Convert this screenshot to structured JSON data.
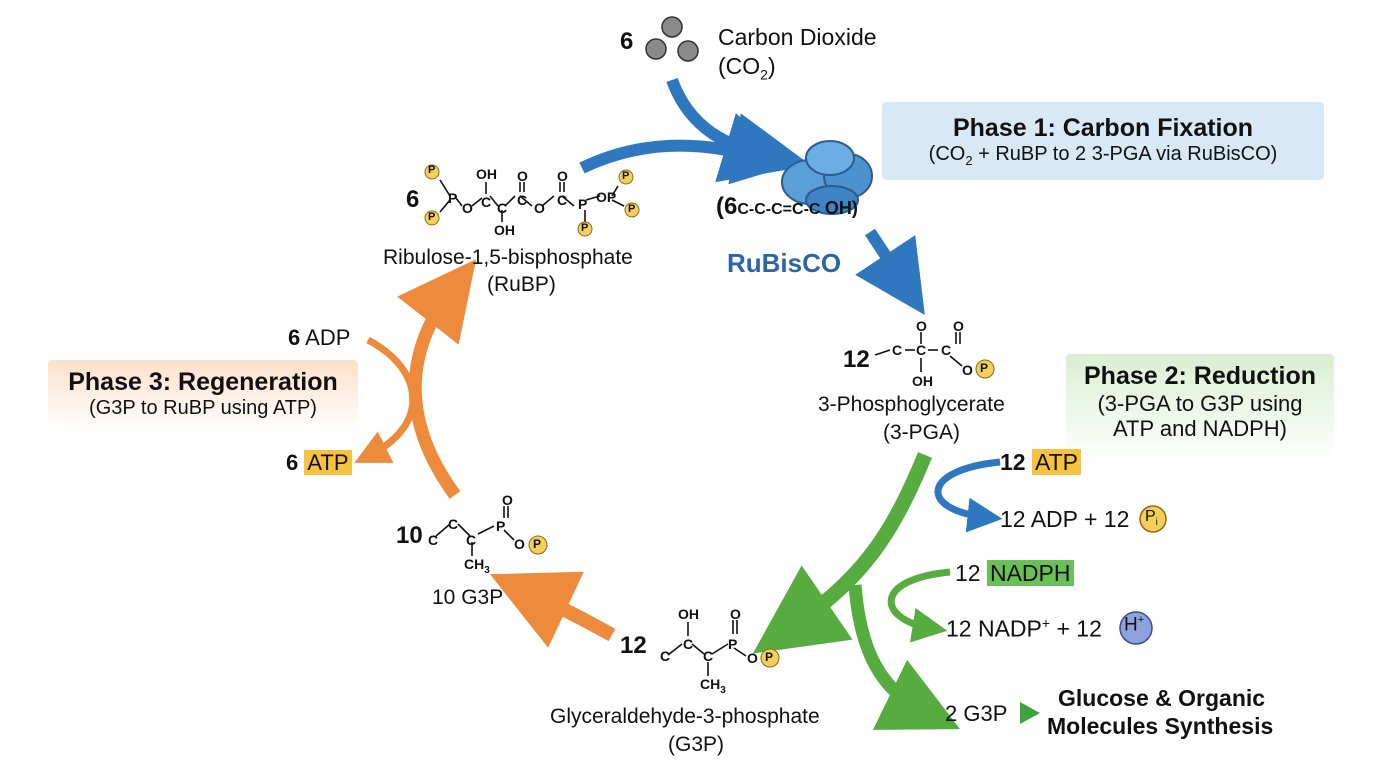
{
  "co2": {
    "count": "6",
    "name": "Carbon Dioxide",
    "formula": "(CO",
    "formula_sub": "2",
    "formula_end": ")"
  },
  "phase1": {
    "title": "Phase 1: Carbon Fixation",
    "subtitle_pre": "(CO",
    "subtitle_sub": "2",
    "subtitle_post": " + RuBP to 2 3-PGA via RuBisCO)",
    "color": "#d8e8f4"
  },
  "phase2": {
    "title": "Phase 2: Reduction",
    "subtitle_line1": "(3-PGA to G3P using",
    "subtitle_line2": "ATP and NADPH)",
    "color": "#e2f1dc"
  },
  "phase3": {
    "title": "Phase 3: Regeneration",
    "subtitle": "(G3P to RuBP using ATP)",
    "color": "#fde5d3"
  },
  "rubp": {
    "count": "6",
    "name_line1": "Ribulose-1,5-bisphosphate",
    "name_line2": "(RuBP)"
  },
  "rubisco": {
    "label": "RuBisCO",
    "intermediate_count": "(6",
    "intermediate_chain": "C-C-C=C-C",
    "intermediate_end": "OH)"
  },
  "pga": {
    "count": "12",
    "name_line1": "3-Phosphoglycerate",
    "name_line2": "(3-PGA)"
  },
  "g3p_main": {
    "count": "12",
    "name_line1": "Glyceraldehyde-3-phosphate",
    "name_line2": "(G3P)"
  },
  "g3p_ten": {
    "count": "10",
    "name": "10 G3P"
  },
  "regen": {
    "adp_count": "6",
    "adp": "ADP",
    "atp_count": "6",
    "atp": "ATP"
  },
  "reduction": {
    "atp_count": "12",
    "atp": "ATP",
    "adp_text": "12 ADP + 12",
    "pi": "P",
    "pi_sub": "i",
    "nadph_count": "12",
    "nadph": "NADPH",
    "nadp_text": "12 NADP",
    "nadp_sup": "+",
    "nadp_plus": " + 12",
    "h": "H",
    "h_sup": "+"
  },
  "output": {
    "g3p": "2 G3P",
    "line1": "Glucose & Organic",
    "line2": "Molecules Synthesis"
  },
  "chem_labels": {
    "p": "P",
    "o": "O",
    "oh": "OH",
    "c": "C",
    "ch3": "CH",
    "ch3_sub": "3",
    "op": "OP"
  },
  "colors": {
    "blue_arrow": "#2f78bf",
    "green_arrow": "#56ac3f",
    "orange_arrow": "#ee8a3c",
    "atp": "#f6c240",
    "nadph": "#6bbf59",
    "phosphate": "#f5cf5b",
    "h_ion": "#8ea2dd"
  }
}
